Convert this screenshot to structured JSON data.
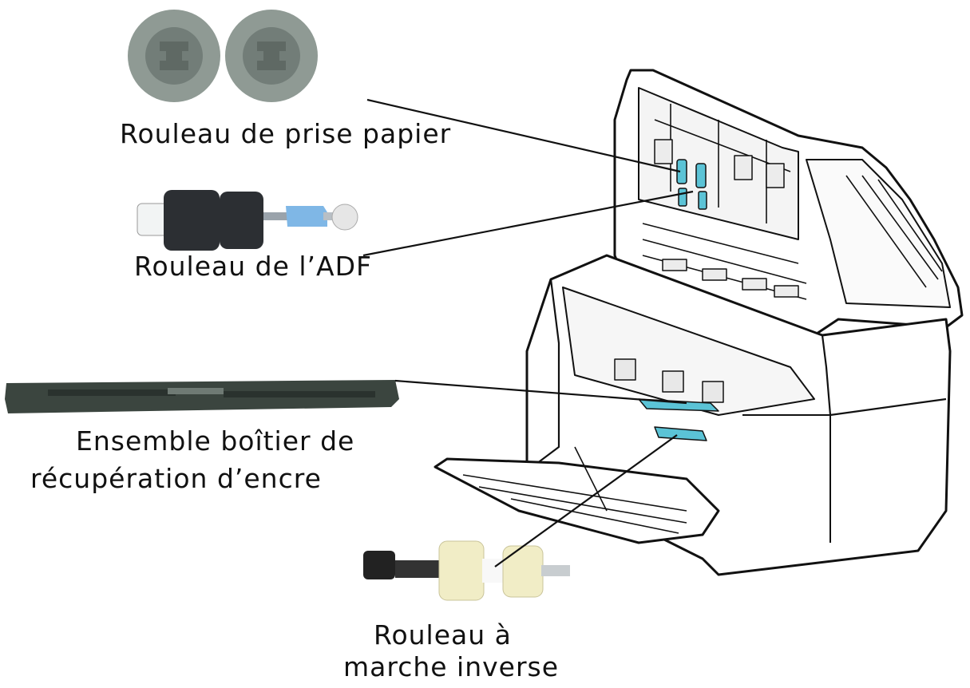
{
  "labels": {
    "pick_roller": "Rouleau de prise papier",
    "adf_roller": "Rouleau de l’ADF",
    "ink_box_line1": "Ensemble boîtier de",
    "ink_box_line2": "récupération d’encre",
    "reverse_roller_line1": "Rouleau à",
    "reverse_roller_line2": "marche inverse"
  },
  "colors": {
    "line": "#111111",
    "part_highlight": "#5bc3d6",
    "pick_roller": "#8f9a94",
    "adf_roller_rubber": "#2c2f33",
    "adf_roller_blue": "#7fb7e6",
    "reverse_roller_foam": "#f1edc6",
    "ink_box": "#3b453f"
  }
}
